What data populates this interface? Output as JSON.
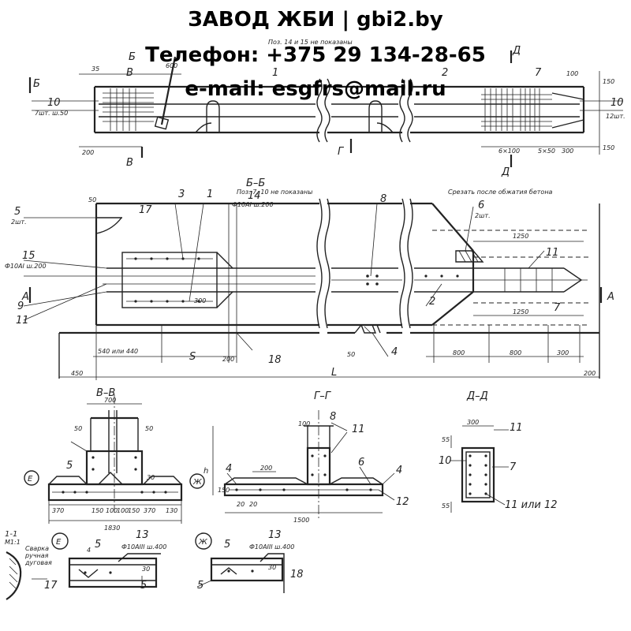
{
  "header": {
    "line1": "ЗАВОД ЖБИ | gbi2.by",
    "line2": "Телефон: +375 29 134-28-65",
    "line3": "e-mail: esgfrs@mail.ru"
  },
  "top_view": {
    "note": "Поз. 14 и 15 не показаны",
    "dims": [
      "35",
      "200",
      "600",
      "100",
      "150",
      "6×100",
      "5×50",
      "300",
      "150"
    ],
    "labels": [
      "10",
      "7шт. ш.50",
      "10",
      "12шт.",
      "1",
      "2",
      "7",
      "Б",
      "Б",
      "В",
      "В",
      "Г",
      "Д",
      "Д"
    ]
  },
  "section_bb": {
    "title": "Б–Б",
    "note": "Поз. 7, 10 не показаны",
    "cut_note": "Срезать после обжатия бетона",
    "callouts": [
      "5",
      "2шт.",
      "17",
      "3",
      "1",
      "14",
      "Ф10АI ш.200",
      "8",
      "6",
      "2шт.",
      "15",
      "Ф10АI ш.200",
      "9",
      "11",
      "11",
      "2",
      "7",
      "4",
      "18",
      "А",
      "А"
    ],
    "dims": [
      "50",
      "1250",
      "1250",
      "540 или 440",
      "S",
      "200",
      "50",
      "800",
      "800",
      "300",
      "450",
      "L",
      "200",
      "300"
    ]
  },
  "section_vv": {
    "title": "В–В",
    "dims": [
      "700",
      "50",
      "50",
      "370",
      "150",
      "100",
      "100",
      "150",
      "370",
      "130",
      "30",
      "1830"
    ],
    "callouts": [
      "5",
      "Е"
    ]
  },
  "section_gg": {
    "title": "Г–Г",
    "dims": [
      "100",
      "200",
      "150",
      "20",
      "20",
      "h",
      "1500"
    ],
    "callouts": [
      "8",
      "11",
      "6",
      "4",
      "4",
      "12",
      "Ж"
    ]
  },
  "section_dd": {
    "title": "Д–Д",
    "dims": [
      "300",
      "55",
      "55"
    ],
    "callouts": [
      "11",
      "7",
      "10",
      "11 или 12"
    ]
  },
  "detail_11": {
    "title": "1-1",
    "scale": "М1:1",
    "note_lines": [
      "Сварка",
      "ручная",
      "дуговая"
    ],
    "callout": "17"
  },
  "detail_e": {
    "mark": "Е",
    "callouts": [
      "5",
      "13",
      "Ф10АIII ш.400",
      "5",
      "4",
      "30"
    ]
  },
  "detail_zh": {
    "mark": "Ж",
    "callouts": [
      "5",
      "13",
      "Ф10АIII ш.400",
      "5",
      "18",
      "30"
    ]
  }
}
